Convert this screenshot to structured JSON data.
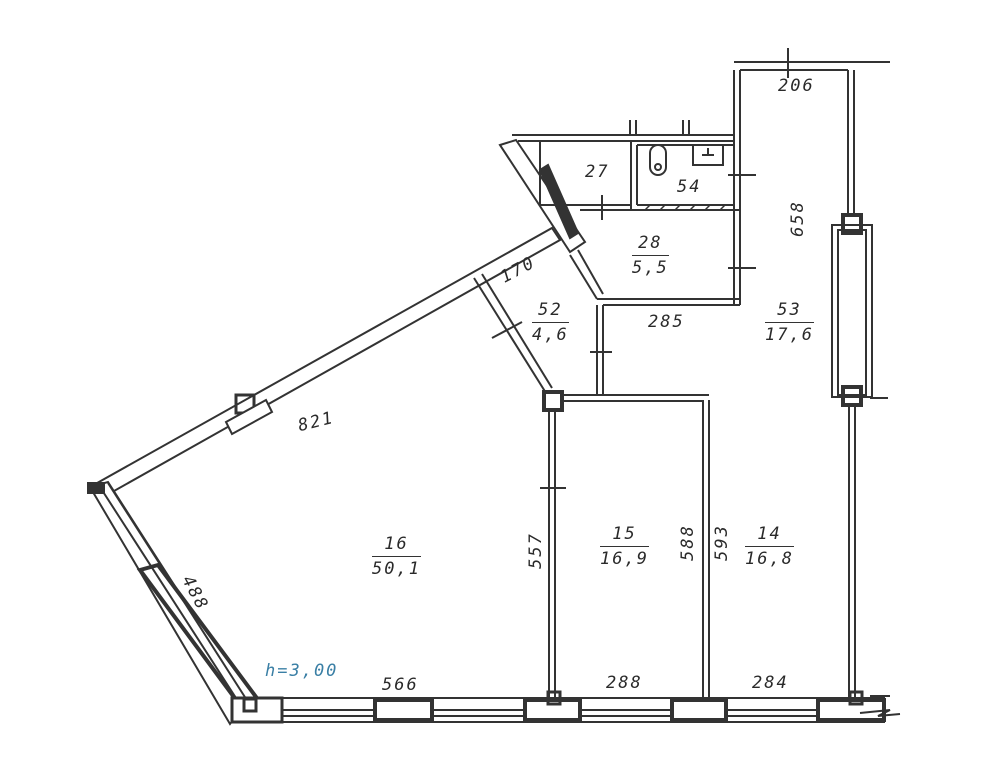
{
  "plan": {
    "ceiling_height": "h=3,00",
    "rooms": [
      {
        "id": "16",
        "number": "16",
        "area": "50,1"
      },
      {
        "id": "15",
        "number": "15",
        "area": "16,9"
      },
      {
        "id": "14",
        "number": "14",
        "area": "16,8"
      },
      {
        "id": "53",
        "number": "53",
        "area": "17,6"
      },
      {
        "id": "52",
        "number": "52",
        "area": "4,6"
      },
      {
        "id": "28",
        "number": "28",
        "area": "5,5"
      },
      {
        "id": "27",
        "number": "27",
        "area": ""
      },
      {
        "id": "54",
        "number": "54",
        "area": ""
      }
    ],
    "dimensions": {
      "d206": "206",
      "d658": "658",
      "d170": "170",
      "d285": "285",
      "d821": "821",
      "d488": "488",
      "d557": "557",
      "d588": "588",
      "d593": "593",
      "d566": "566",
      "d288": "288",
      "d284": "284"
    },
    "colors": {
      "wall": "#333333",
      "height_label": "#3a7fa5"
    }
  }
}
